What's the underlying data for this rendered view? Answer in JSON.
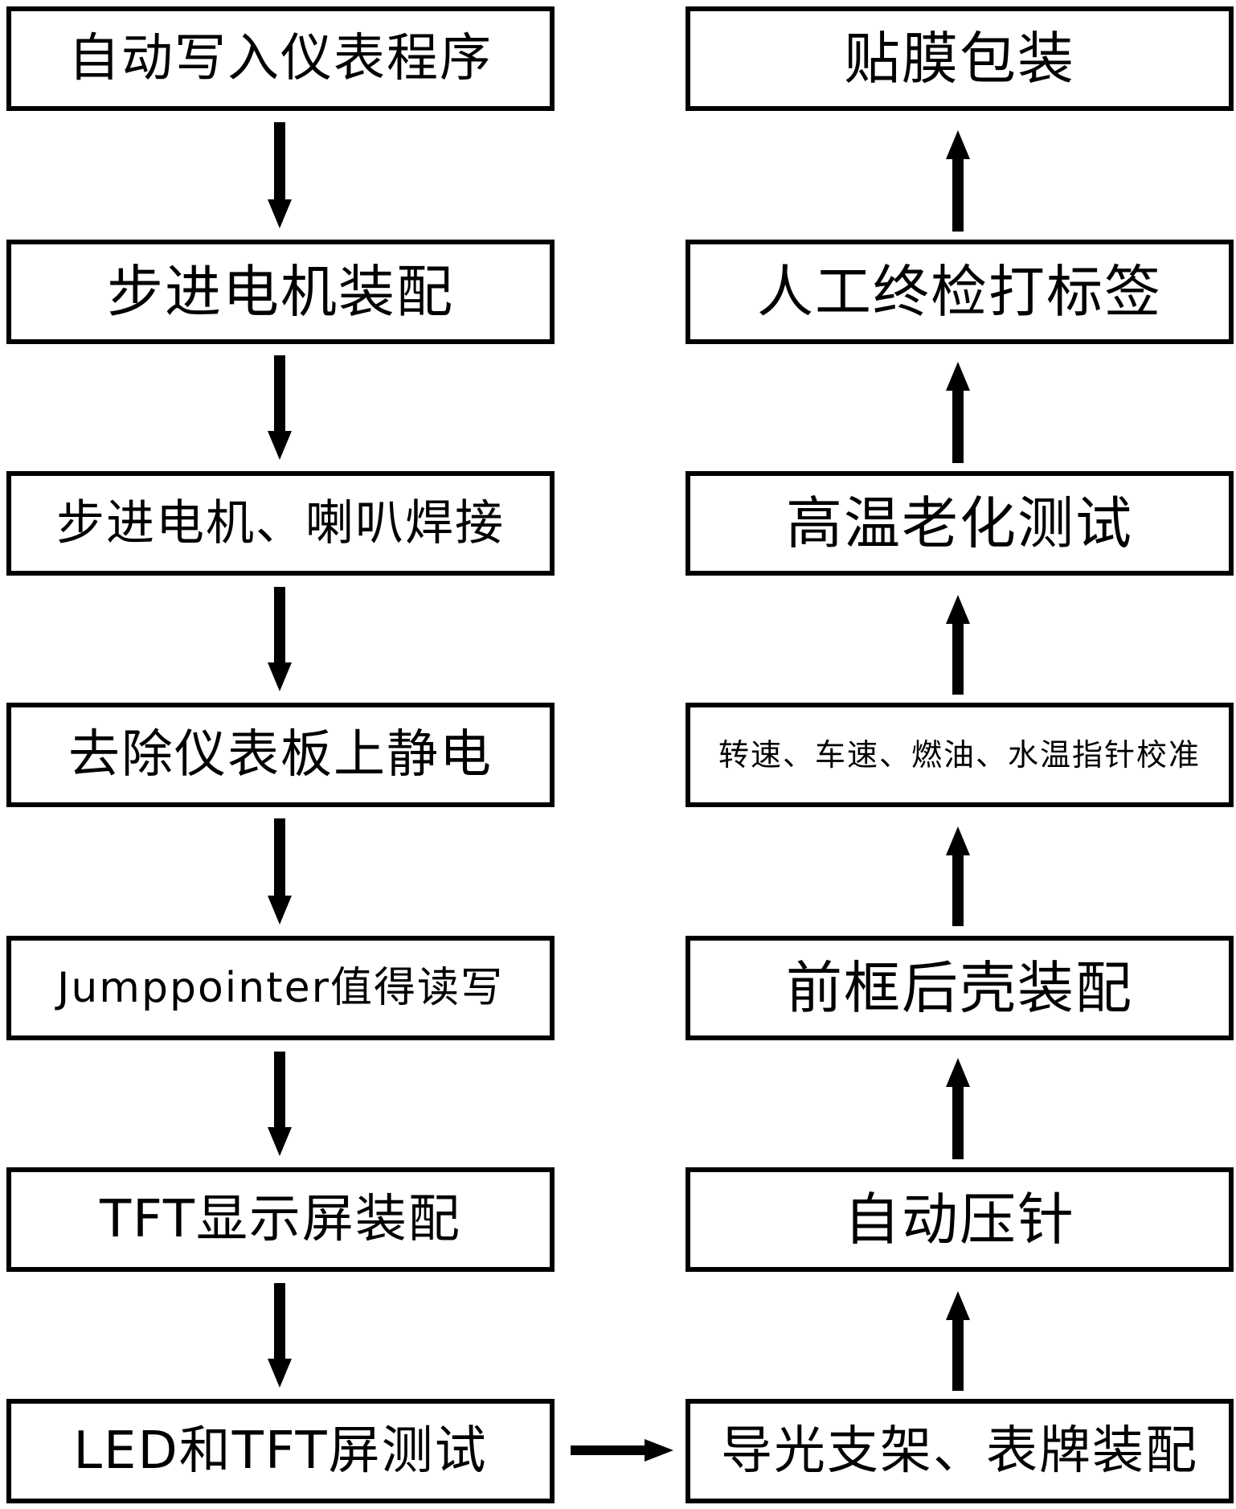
{
  "left_column": [
    {
      "label": "自动写入仪表程序"
    },
    {
      "label": "步进电机装配"
    },
    {
      "label": "步进电机、喇叭焊接"
    },
    {
      "label": "去除仪表板上静电"
    },
    {
      "label": "Jumppointer值得读写"
    },
    {
      "label": "TFT显示屏装配"
    },
    {
      "label": "LED和TFT屏测试"
    }
  ],
  "right_column": [
    {
      "label": "贴膜包装"
    },
    {
      "label": "人工终检打标签"
    },
    {
      "label": "高温老化测试"
    },
    {
      "label": "转速、车速、燃油、水温指针校准"
    },
    {
      "label": "前框后壳装配"
    },
    {
      "label": "自动压针"
    },
    {
      "label": "导光支架、表牌装配"
    }
  ],
  "colors": {
    "stroke": "#000000",
    "background": "#ffffff"
  }
}
